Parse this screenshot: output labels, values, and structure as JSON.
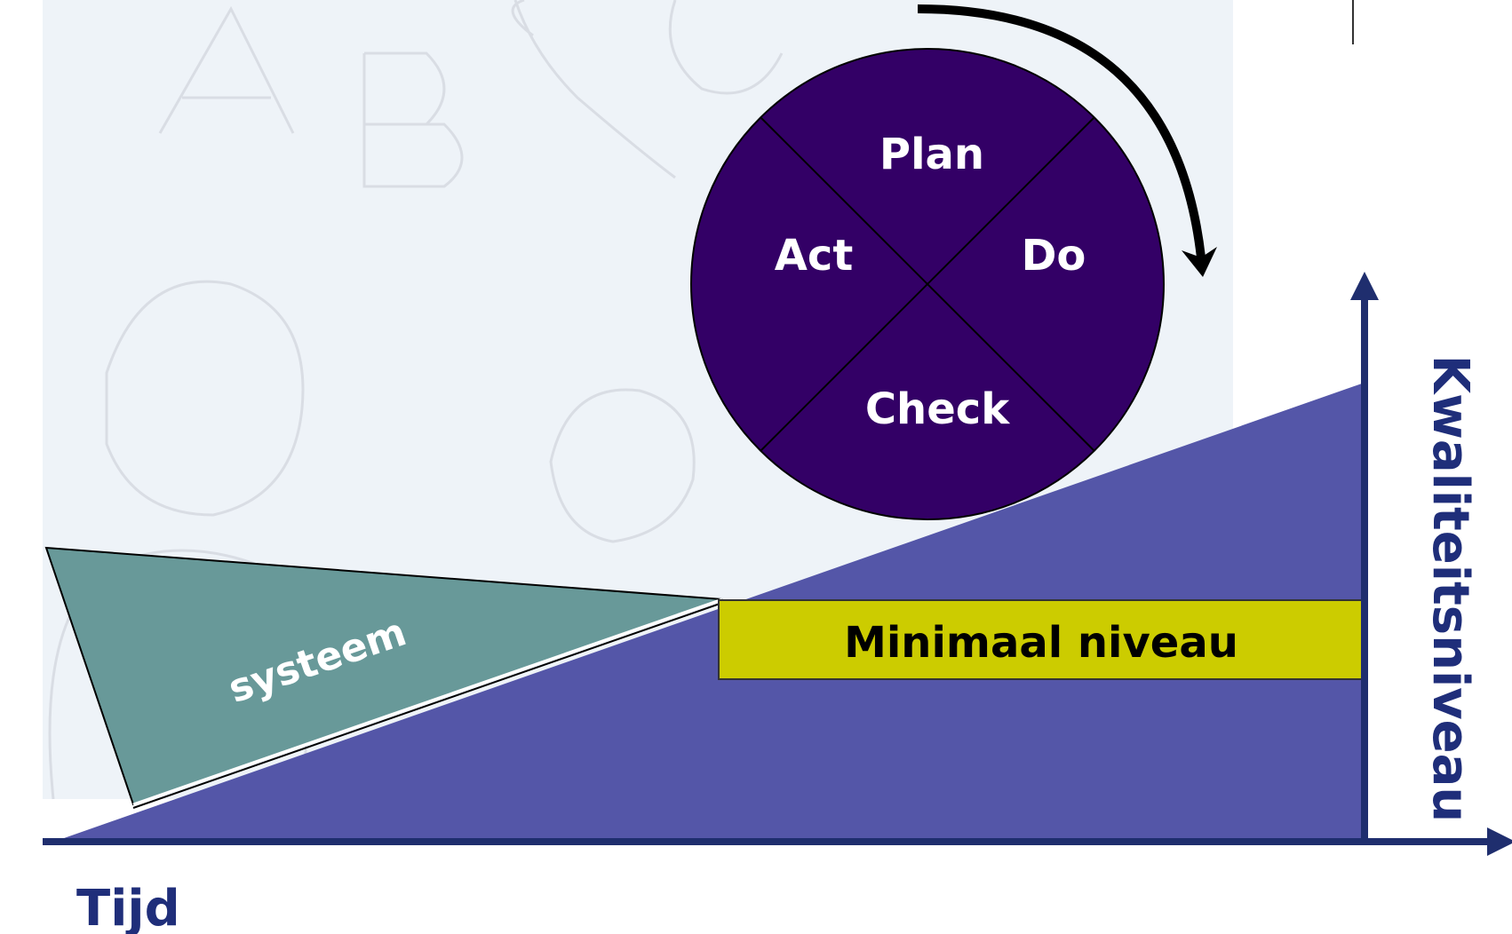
{
  "pdca": {
    "plan": "Plan",
    "do": "Do",
    "check": "Check",
    "act": "Act"
  },
  "labels": {
    "systeem": "systeem",
    "minimaal_niveau": "Minimaal niveau",
    "y_axis": "Kwaliteitsniveau",
    "x_axis": "Tijd"
  },
  "colors": {
    "wedge": "#5456a8",
    "systeem": "#689999",
    "minimaal_niveau": "#cccc00",
    "circle": "#330066",
    "axis": "#1f2e6e",
    "axis_label": "#1f2e7a",
    "background_wash": "#eef3f8"
  }
}
